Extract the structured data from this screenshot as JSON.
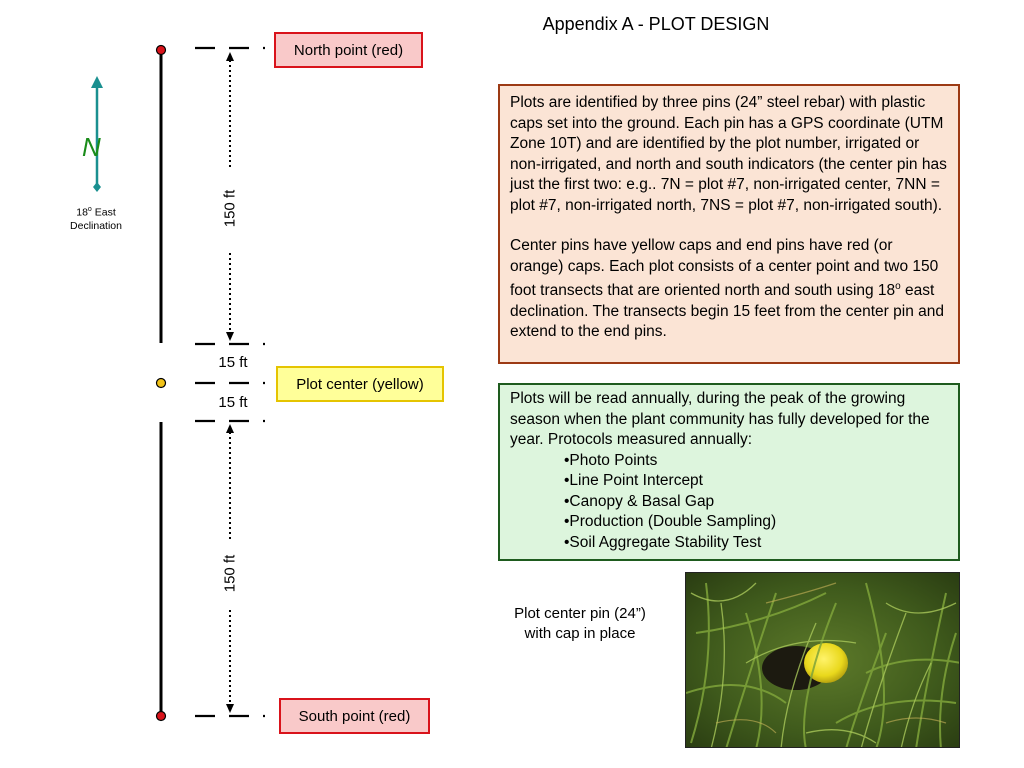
{
  "title": "Appendix A - PLOT DESIGN",
  "labels": {
    "north": "North point (red)",
    "center": "Plot center (yellow)",
    "south": "South point (red)",
    "dist_top": "150 ft",
    "dist_bottom": "150 ft",
    "offset_top": "15 ft",
    "offset_bottom": "15 ft"
  },
  "compass": {
    "letter": "N",
    "declination_value": "18",
    "declination_sup": "o",
    "declination_text": " East",
    "declination_line2": "Declination"
  },
  "info_box_1": {
    "paragraph_1": "Plots are identified by three pins (24” steel rebar) with plastic caps set into the ground. Each pin has a GPS coordinate (UTM Zone 10T) and are identified by the plot number, irrigated or non-irrigated, and north and south indicators (the center pin has just the first two: e.g.. 7N = plot #7, non-irrigated center, 7NN = plot #7, non-irrigated north, 7NS = plot #7, non-irrigated south).",
    "paragraph_2_a": "Center pins have yellow caps and end pins have red (or orange) caps.  Each plot consists of a center point and two 150 foot transects that are oriented north and south using 18",
    "paragraph_2_sup": "o",
    "paragraph_2_b": " east declination.  The transects begin 15 feet from the center pin and extend to the end pins."
  },
  "info_box_2": {
    "intro": "Plots will be read annually, during the peak of the growing season when the plant community has fully developed for the year.  Protocols measured annually:",
    "protocols": [
      "•Photo Points",
      "•Line Point Intercept",
      "•Canopy & Basal Gap",
      "•Production (Double Sampling)",
      "•Soil Aggregate Stability Test"
    ]
  },
  "photo_caption": {
    "line1": "Plot center pin (24”)",
    "line2": "with cap in place"
  },
  "colors": {
    "red_pin": "#d9131b",
    "yellow_pin": "#f2c318",
    "compass_teal": "#1a9090",
    "north_green": "#1a8c1a",
    "info1_bg": "#fbe4d5",
    "info1_border": "#9c3a14",
    "info2_bg": "#ddf5dd",
    "info2_border": "#1e5b1e"
  }
}
